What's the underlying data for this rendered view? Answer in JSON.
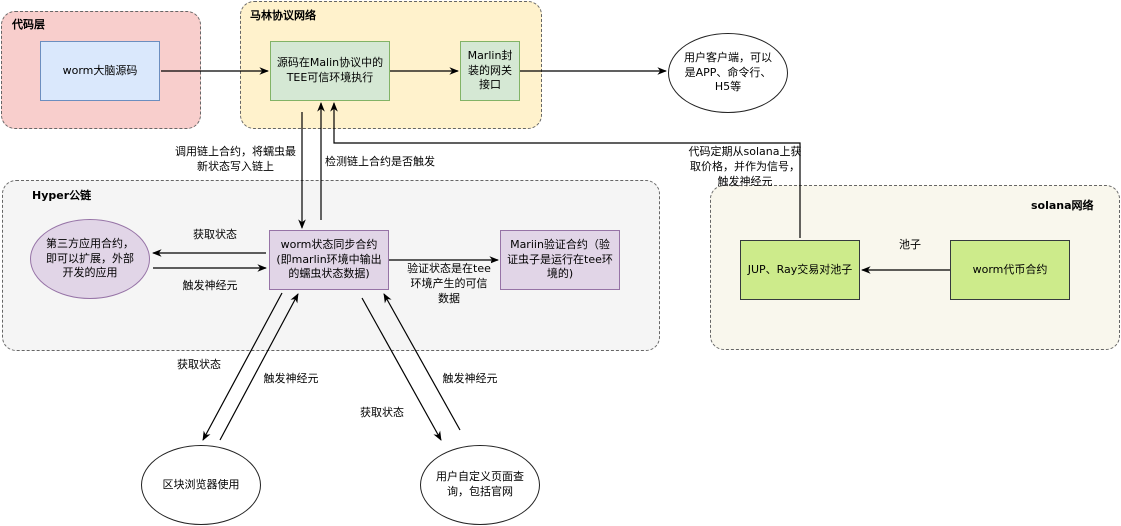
{
  "groups": {
    "code_layer": "代码层",
    "marlin_network": "马林协议网络",
    "hyper_chain": "Hyper公链",
    "solana_network": "solana网络"
  },
  "nodes": {
    "worm_brain_source": "worm大脑源码",
    "tee_exec": "源码在Malin协议中的TEE可信环境执行",
    "marlin_gateway": "Marlin封装的网关接口",
    "user_client": "用户客户端，可以是APP、命令行、H5等",
    "third_party_contract": "第三方应用合约，即可以扩展，外部开发的应用",
    "worm_state_sync": "worm状态同步合约(即marlin环境中输出的蠕虫状态数据)",
    "marlin_verify": "Mariin验证合约（验证虫子是运行在tee环境的)",
    "jup_ray_pool": "JUP、Ray交易对池子",
    "worm_token_contract": "worm代币合约",
    "block_explorer": "区块浏览器使用",
    "user_custom_page": "用户自定义页面查询，包括官网"
  },
  "edge_labels": {
    "call_chain_contract": "调用链上合约，将蠕虫最新状态写入链上",
    "detect_trigger": "检测链上合约是否触发",
    "solana_price": "代码定期从solana上获取价格，并作为信号，触发神经元",
    "get_state_third": "获取状态",
    "trigger_neuron_third": "触发神经元",
    "verify_state": "验证状态是在tee环境产生的可信数据",
    "pool": "池子",
    "get_state_explorer": "获取状态",
    "trigger_neuron_explorer": "触发神经元",
    "get_state_user": "获取状态",
    "trigger_neuron_user": "触发神经元"
  },
  "colors": {
    "code_layer_fill": "#f8cecc",
    "marlin_fill": "#fff2cc",
    "hyper_fill": "#f5f5f5",
    "solana_fill": "#f9f7ed",
    "blue_node": "#dae8fc",
    "green_node": "#d5e8d4",
    "purple_node": "#e1d5e7",
    "lime_node": "#cdeb8b"
  }
}
